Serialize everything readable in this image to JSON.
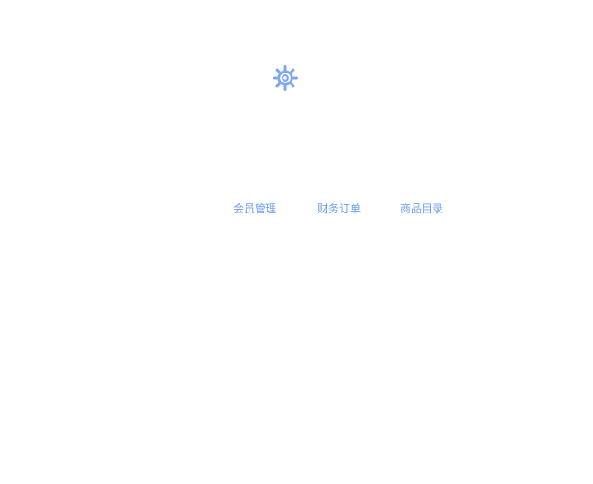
{
  "loader": {
    "icon": "gear-spinner-icon",
    "color": "#7ea7f0"
  },
  "nav": {
    "items": [
      {
        "label": "会员管理"
      },
      {
        "label": "财务订单"
      },
      {
        "label": "商品目录"
      }
    ],
    "color": "#6f9ff0"
  }
}
